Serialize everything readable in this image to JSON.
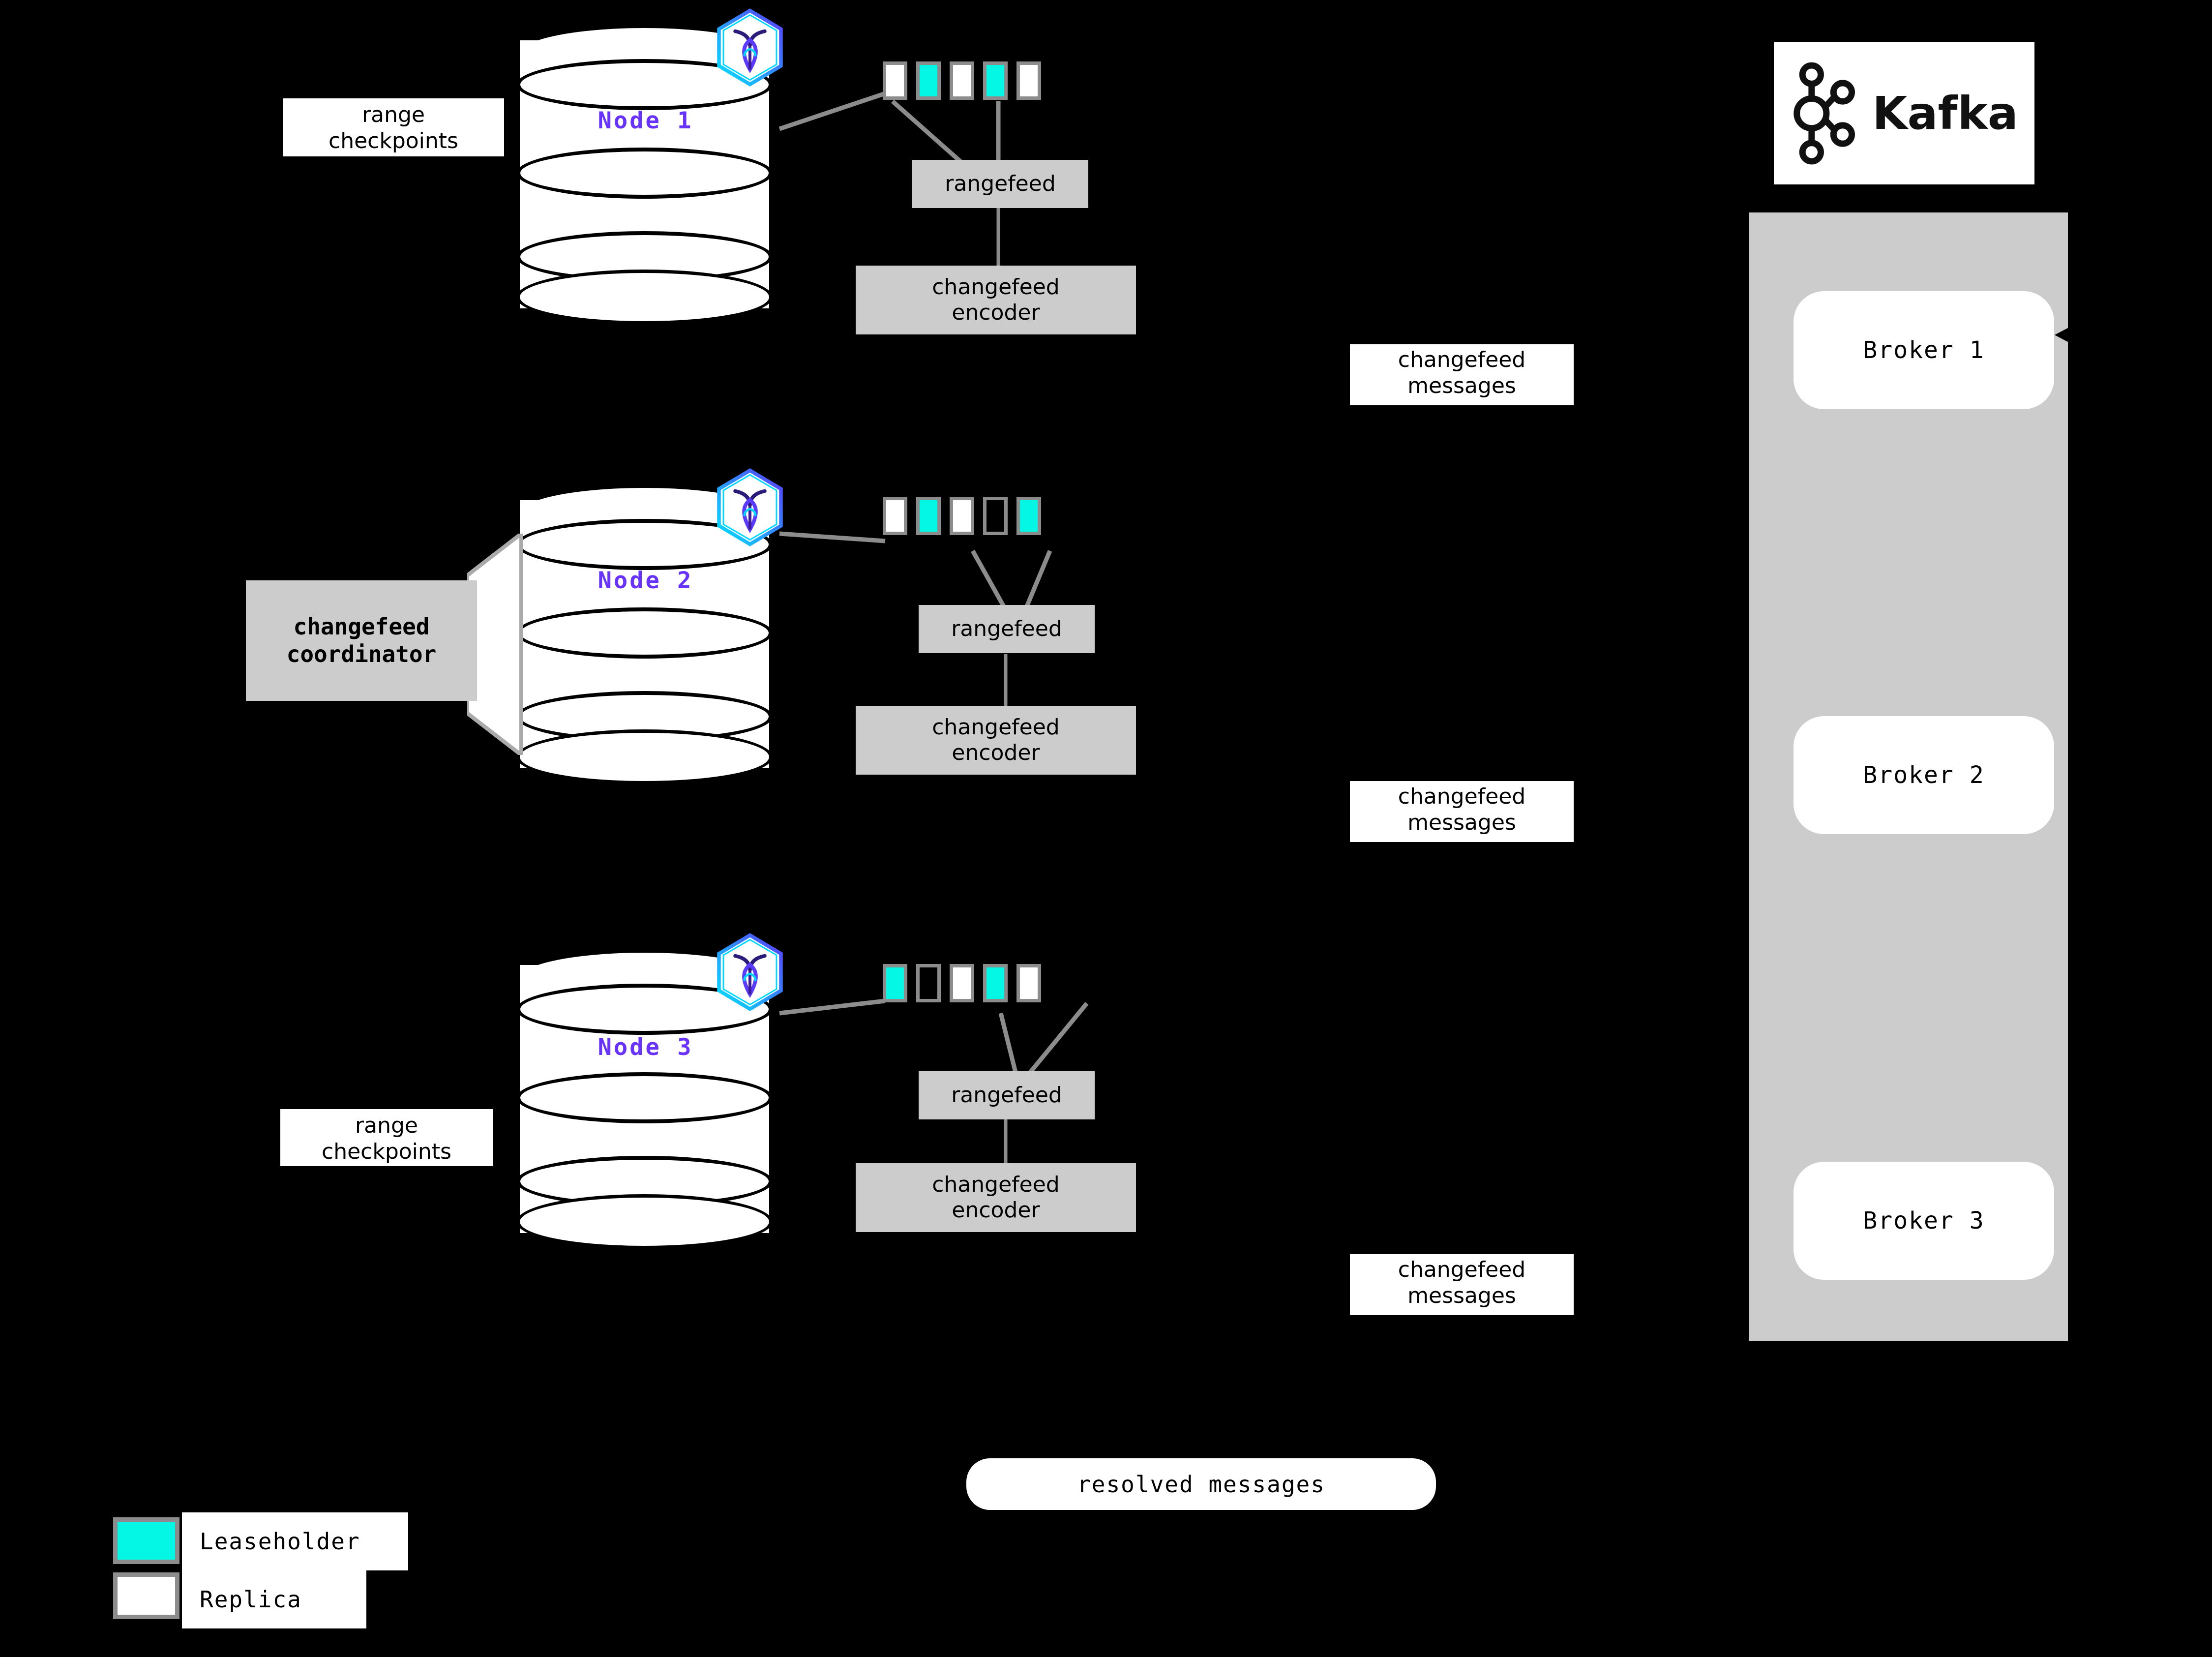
{
  "theme": {
    "background": "#000000",
    "node_label_color": "#6933FF",
    "leaseholder_color": "#04F7E4",
    "replica_color": "#FFFFFF",
    "box_fill": "#CCCCCC",
    "block_border": "#8C8C8C"
  },
  "nodes": [
    {
      "label": "Node 1",
      "logo": "cockroachdb-hexagon-icon",
      "range_blocks": [
        "replica",
        "leaseholder",
        "replica",
        "leaseholder",
        "replica"
      ],
      "rangefeed_label": "rangefeed",
      "encoder_label": "changefeed\nencoder",
      "encoder_line1": "changefeed",
      "encoder_line2": "encoder",
      "side_label_line1": "range",
      "side_label_line2": "checkpoints"
    },
    {
      "label": "Node 2",
      "logo": "cockroachdb-hexagon-icon",
      "range_blocks": [
        "replica",
        "leaseholder",
        "replica",
        "empty",
        "leaseholder"
      ],
      "rangefeed_label": "rangefeed",
      "encoder_line1": "changefeed",
      "encoder_line2": "encoder",
      "coordinator_line1": "changefeed",
      "coordinator_line2": "coordinator"
    },
    {
      "label": "Node 3",
      "logo": "cockroachdb-hexagon-icon",
      "range_blocks": [
        "leaseholder",
        "empty",
        "replica",
        "leaseholder",
        "replica"
      ],
      "rangefeed_label": "rangefeed",
      "encoder_line1": "changefeed",
      "encoder_line2": "encoder",
      "side_label_line1": "range",
      "side_label_line2": "checkpoints"
    }
  ],
  "changefeed_messages": [
    {
      "line1": "changefeed",
      "line2": "messages"
    },
    {
      "line1": "changefeed",
      "line2": "messages"
    },
    {
      "line1": "changefeed",
      "line2": "messages"
    }
  ],
  "kafka": {
    "logo": "kafka-logo-icon",
    "wordmark": "Kafka",
    "brokers": [
      {
        "label": "Broker 1"
      },
      {
        "label": "Broker 2"
      },
      {
        "label": "Broker 3"
      }
    ]
  },
  "resolved": {
    "label": "resolved messages"
  },
  "legend": [
    {
      "swatch": "leaseholder",
      "label": "Leaseholder"
    },
    {
      "swatch": "replica",
      "label": "Replica"
    }
  ]
}
